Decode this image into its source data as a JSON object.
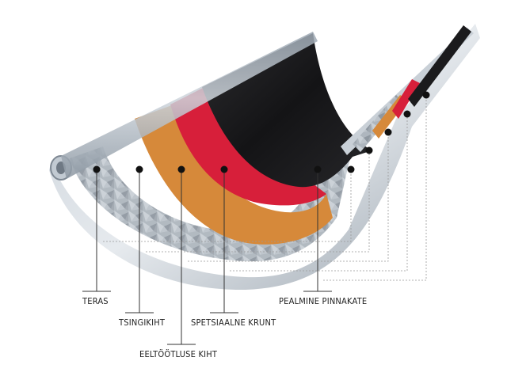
{
  "layers": [
    {
      "id": "steel",
      "label": "TERAS",
      "color": "#b9c2cc"
    },
    {
      "id": "zinc",
      "label": "TSINGIKIHT",
      "color": "#a8b0b8"
    },
    {
      "id": "pretreatment",
      "label": "EELTÖÖTLUSE KIHT",
      "color": "#d58a3c"
    },
    {
      "id": "primer",
      "label": "SPETSIAALNE KRUNT",
      "color": "#d9213b"
    },
    {
      "id": "topcoat",
      "label": "PEALMINE PINNAKATE",
      "color": "#1b1b1d"
    }
  ]
}
